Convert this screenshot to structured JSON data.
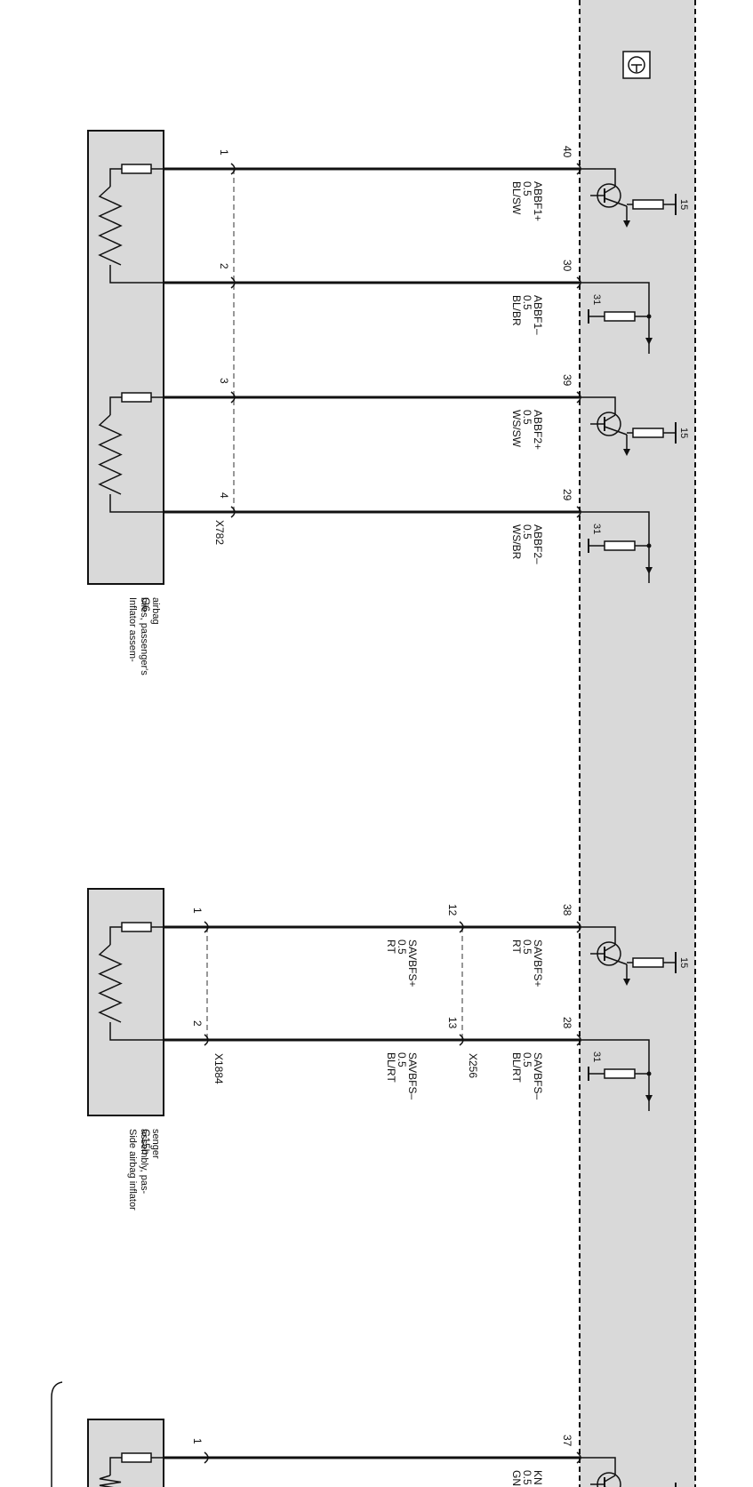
{
  "control_unit": {
    "symbol": "ground-symbol-icon"
  },
  "colors": {
    "unit_fill": "#d9d9d9",
    "wire": "#111111",
    "component_fill": "#d9d9d9",
    "dash": "#777777"
  },
  "components": [
    {
      "id": "G6",
      "description": "Inflator assem-\nblies, passenger's\nairbag"
    },
    {
      "id": "G15b",
      "description": "Side airbag inflator\nassembly, pas-\nsenger"
    }
  ],
  "connectors": [
    {
      "name": "X782"
    },
    {
      "name": "X1884"
    },
    {
      "name": "X256"
    }
  ],
  "wires": [
    {
      "comp_pin": "1",
      "unit_pin": "40",
      "signal": "ABBF1+",
      "size": "0.5",
      "color": "BL/SW",
      "drive": "transistor"
    },
    {
      "comp_pin": "2",
      "unit_pin": "30",
      "signal": "ABBF1–",
      "size": "0.5",
      "color": "BL/BR",
      "drive": "ground"
    },
    {
      "comp_pin": "3",
      "unit_pin": "39",
      "signal": "ABBF2+",
      "size": "0.5",
      "color": "WS/SW",
      "drive": "transistor"
    },
    {
      "comp_pin": "4",
      "unit_pin": "29",
      "signal": "ABBF2–",
      "size": "0.5",
      "color": "WS/BR",
      "drive": "ground"
    },
    {
      "comp_pin": "1",
      "mid_pin": "12",
      "unit_pin": "38",
      "signal": "SAVBFS+",
      "size": "0.5",
      "color": "RT",
      "signal_b": "SAVBFS+",
      "size_b": "0.5",
      "color_b": "RT",
      "drive": "transistor"
    },
    {
      "comp_pin": "2",
      "mid_pin": "13",
      "unit_pin": "28",
      "signal": "SAVBFS–",
      "size": "0.5",
      "color": "BL/RT",
      "signal_b": "SAVBFS–",
      "size_b": "0.5",
      "color_b": "BL/RT",
      "drive": "ground"
    },
    {
      "comp_pin": "1",
      "unit_pin": "37",
      "signal": "KN",
      "size": "0.5",
      "color": "GN",
      "drive": "transistor"
    }
  ],
  "terminals": {
    "supply": "15",
    "ground": "31"
  }
}
